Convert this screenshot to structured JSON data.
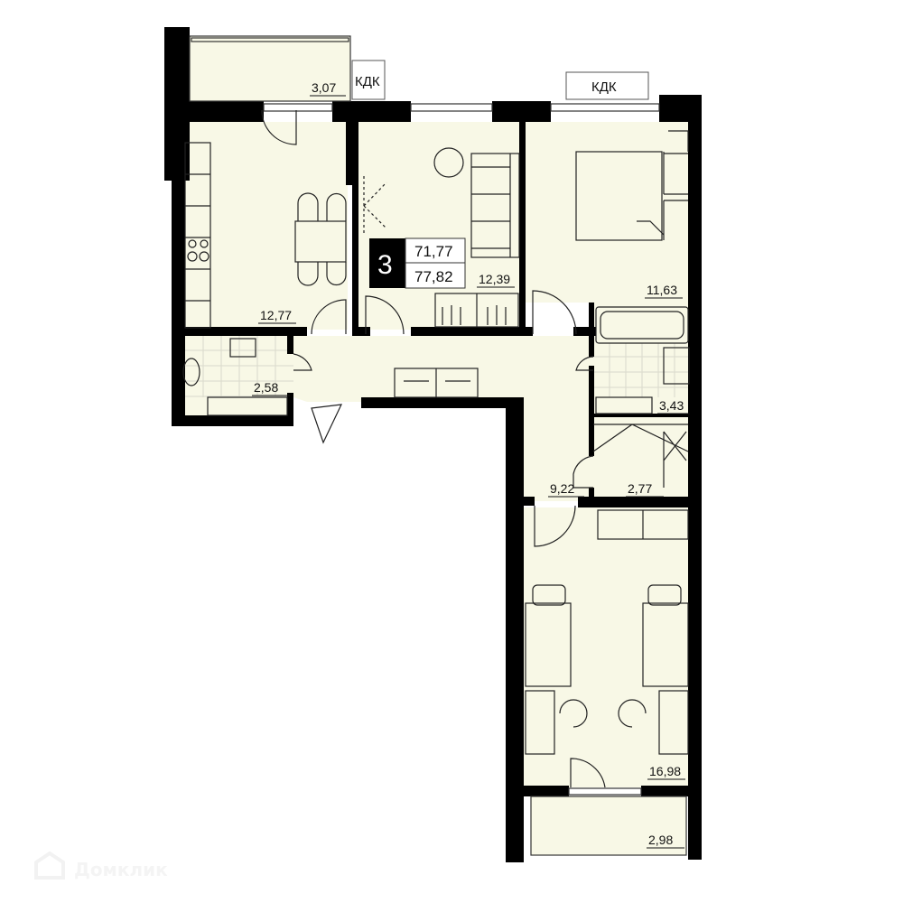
{
  "apartment": {
    "rooms_count": "3",
    "living_area": "71,77",
    "total_area": "77,82"
  },
  "rooms": [
    {
      "id": "balcony-top",
      "area": "3,07"
    },
    {
      "id": "kitchen",
      "area": "12,77"
    },
    {
      "id": "living-room",
      "area": "12,39"
    },
    {
      "id": "bedroom",
      "area": "11,63"
    },
    {
      "id": "toilet",
      "area": "2,58"
    },
    {
      "id": "bathroom",
      "area": "3,43"
    },
    {
      "id": "hallway",
      "area": "9,22"
    },
    {
      "id": "wardrobe",
      "area": "2,77"
    },
    {
      "id": "kids-room",
      "area": "16,98"
    },
    {
      "id": "balcony-bottom",
      "area": "2,98"
    }
  ],
  "ac_units": [
    "КДК",
    "КДК"
  ],
  "watermark": "Домклик",
  "colors": {
    "floor": "#f8f8e6",
    "wall": "#000000",
    "tile": "#e4e4d8"
  }
}
